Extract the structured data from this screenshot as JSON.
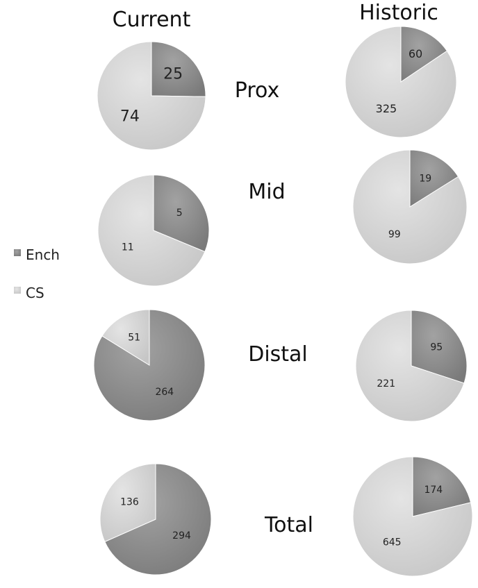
{
  "colors": {
    "ench": "#8a8a8a",
    "cs": "#d4d4d4",
    "slice_edge": "#ffffff",
    "text": "#111111",
    "label": "#222222"
  },
  "chart_data": {
    "type": "pie",
    "column_headers": [
      "Current",
      "Historic"
    ],
    "legend": {
      "placement": "left",
      "entries": [
        {
          "name": "Ench",
          "color_key": "ench"
        },
        {
          "name": "CS",
          "color_key": "cs"
        }
      ]
    },
    "rows": [
      {
        "label": "Prox",
        "current": [
          {
            "name": "Ench",
            "value": 25
          },
          {
            "name": "CS",
            "value": 74
          }
        ],
        "historic": [
          {
            "name": "Ench",
            "value": 60
          },
          {
            "name": "CS",
            "value": 325
          }
        ]
      },
      {
        "label": "Mid",
        "current": [
          {
            "name": "Ench",
            "value": 5
          },
          {
            "name": "CS",
            "value": 11
          }
        ],
        "historic": [
          {
            "name": "Ench",
            "value": 19
          },
          {
            "name": "CS",
            "value": 99
          }
        ]
      },
      {
        "label": "Distal",
        "current": [
          {
            "name": "Ench",
            "value": 264
          },
          {
            "name": "CS",
            "value": 51
          }
        ],
        "historic": [
          {
            "name": "Ench",
            "value": 95
          },
          {
            "name": "CS",
            "value": 221
          }
        ]
      },
      {
        "label": "Total",
        "current": [
          {
            "name": "Ench",
            "value": 294
          },
          {
            "name": "CS",
            "value": 136
          }
        ],
        "historic": [
          {
            "name": "Ench",
            "value": 174
          },
          {
            "name": "CS",
            "value": 645
          }
        ]
      }
    ]
  }
}
